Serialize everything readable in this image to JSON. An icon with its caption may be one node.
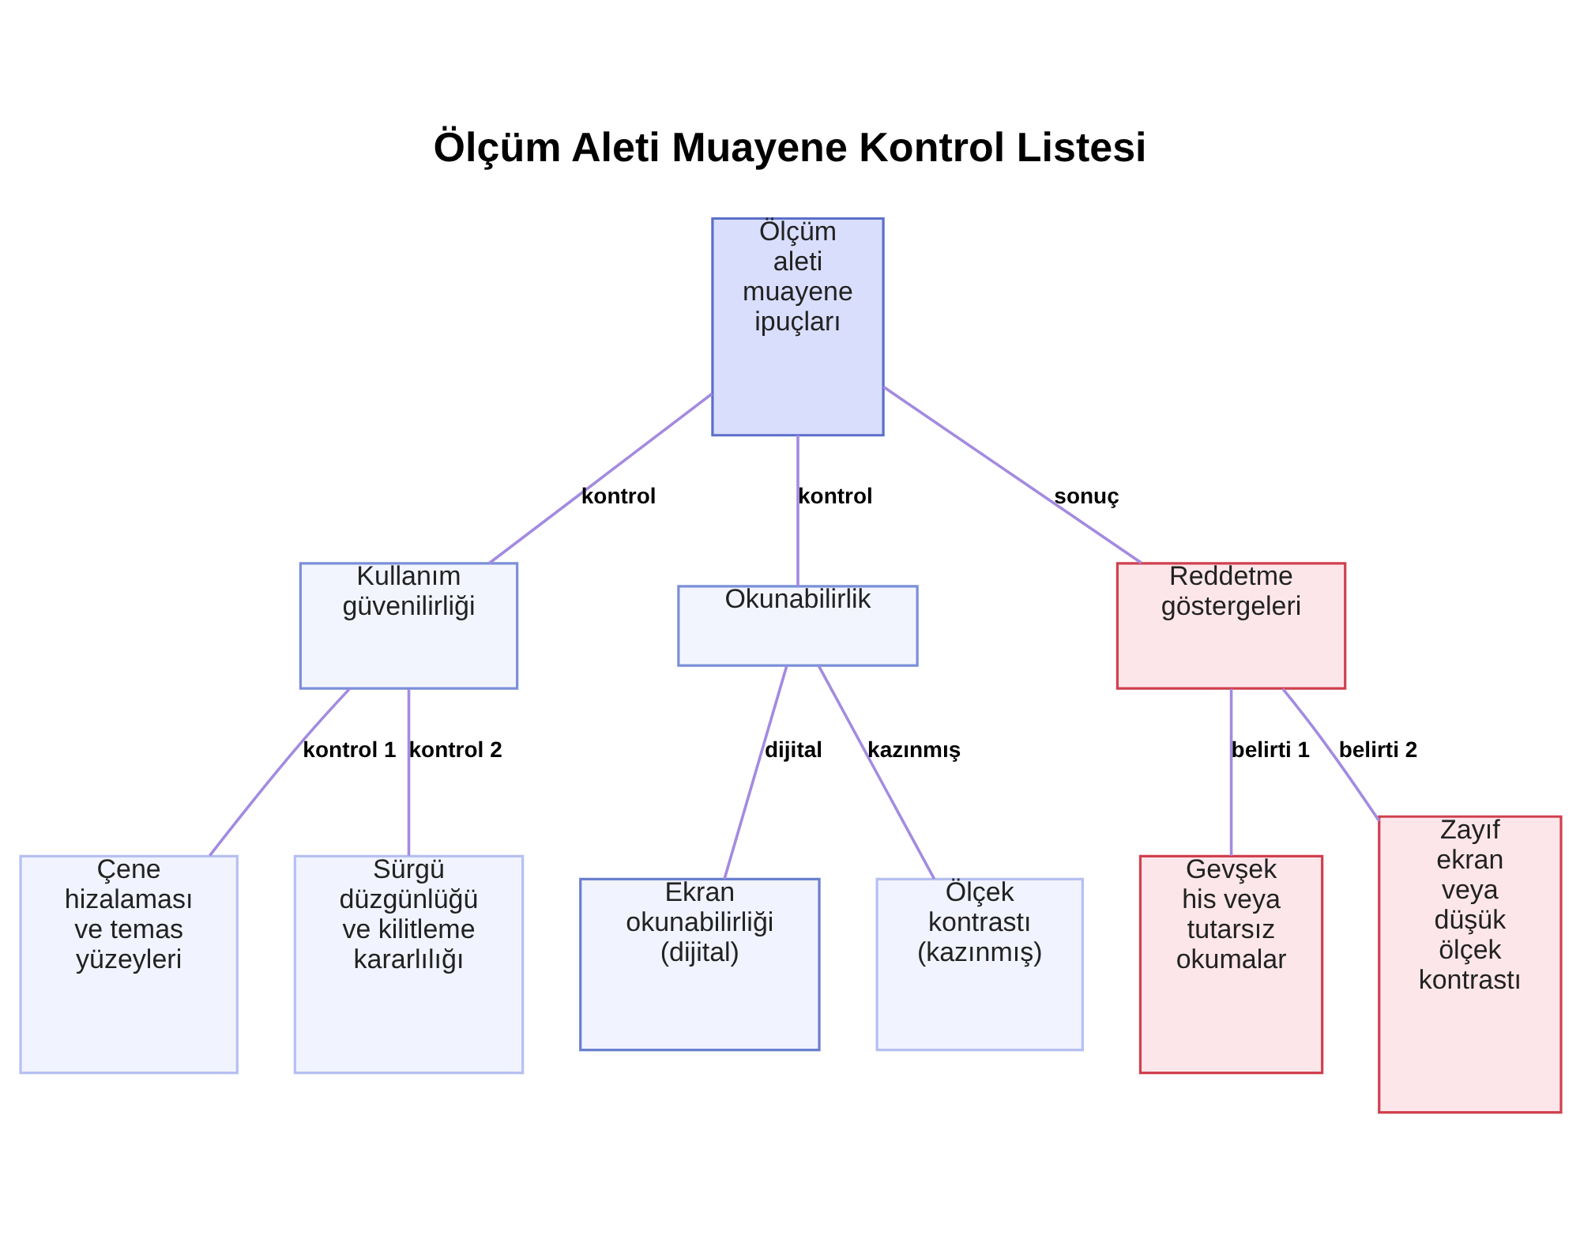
{
  "diagram": {
    "title": "Ölçüm Aleti Muayene Kontrol Listesi",
    "nodes": [
      {
        "text": [
          "Ölçüm aleti muayene ipuçları"
        ]
      },
      {
        "text": [
          "Kullanım güvenilirliği"
        ]
      },
      {
        "text": [
          "Okunabilirlik"
        ]
      },
      {
        "text": [
          "Reddetme göstergeleri"
        ]
      },
      {
        "text": [
          "Çene hizalaması ve temas yüzeyleri"
        ]
      },
      {
        "text": [
          "Sürgü düzgünlüğü ve kilitleme kararlılığı"
        ]
      },
      {
        "text": [
          "Ekran okunabilirliği (dijital)"
        ]
      },
      {
        "text": [
          "Ölçek kontrastı (kazınmış)"
        ]
      },
      {
        "text": [
          "Gevşek his veya tutarsız okumalar"
        ]
      },
      {
        "text": [
          "Zayıf ekran veya düşük ölçek kontrastı"
        ]
      }
    ],
    "edges": [
      {
        "from": 0,
        "to": 1,
        "arrow": "none",
        "label": "kontrol"
      },
      {
        "from": 0,
        "to": 2,
        "arrow": "none",
        "label": "kontrol"
      },
      {
        "from": 0,
        "to": 3,
        "arrow": "none",
        "label": "sonuç"
      },
      {
        "from": 1,
        "to": 4,
        "arrow": "none",
        "label": "kontrol 1"
      },
      {
        "from": 1,
        "to": 5,
        "arrow": "none",
        "label": "kontrol 2"
      },
      {
        "from": 2,
        "to": 6,
        "arrow": "none",
        "label": "dijital"
      },
      {
        "from": 2,
        "to": 7,
        "arrow": "none",
        "label": "kazınmış"
      },
      {
        "from": 3,
        "to": 8,
        "arrow": "none",
        "label": "belirti 1"
      },
      {
        "from": 3,
        "to": 9,
        "arrow": "none",
        "label": "belirti 2"
      }
    ]
  }
}
